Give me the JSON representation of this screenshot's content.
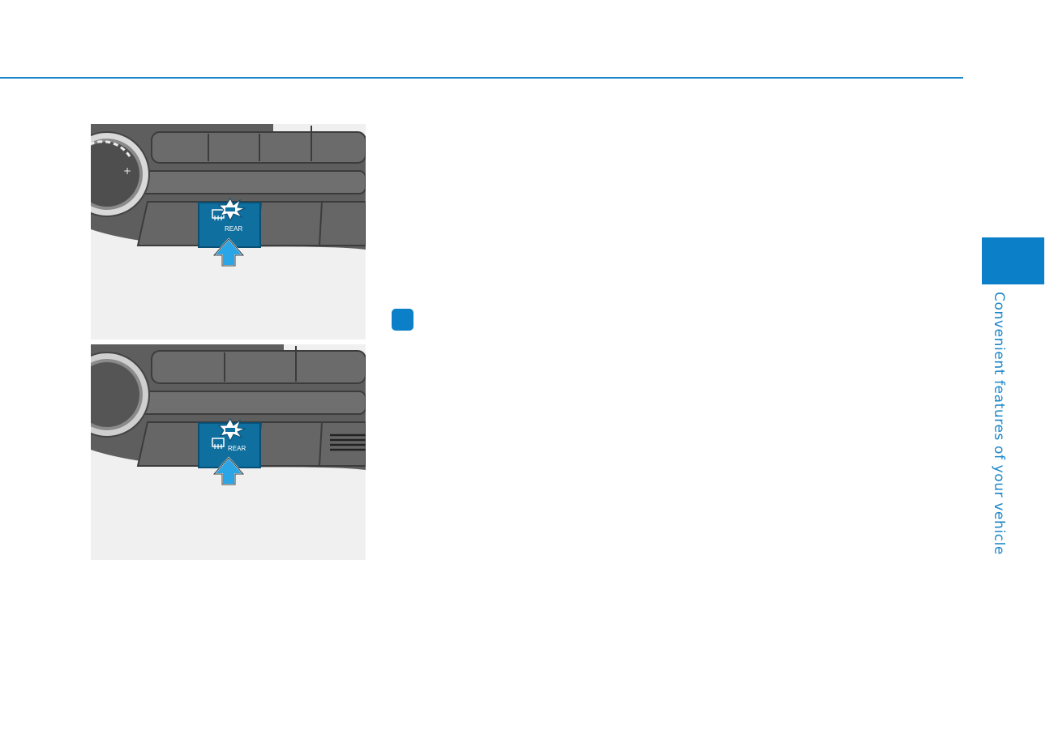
{
  "colors": {
    "accent": "#1a86c8",
    "tab_fill": "#0b7fc8",
    "button_highlight": "#0f6f9e",
    "arrow_fill": "#2aa6e6"
  },
  "figures": [
    {
      "button_label": "REAR",
      "icon": "rear-defroster-icon",
      "knob_style": "dial-with-markings"
    },
    {
      "button_label": "REAR",
      "icon": "rear-defroster-icon",
      "knob_style": "plain-knob"
    }
  ],
  "sidebar": {
    "chapter_title": "Convenient features of your vehicle"
  }
}
